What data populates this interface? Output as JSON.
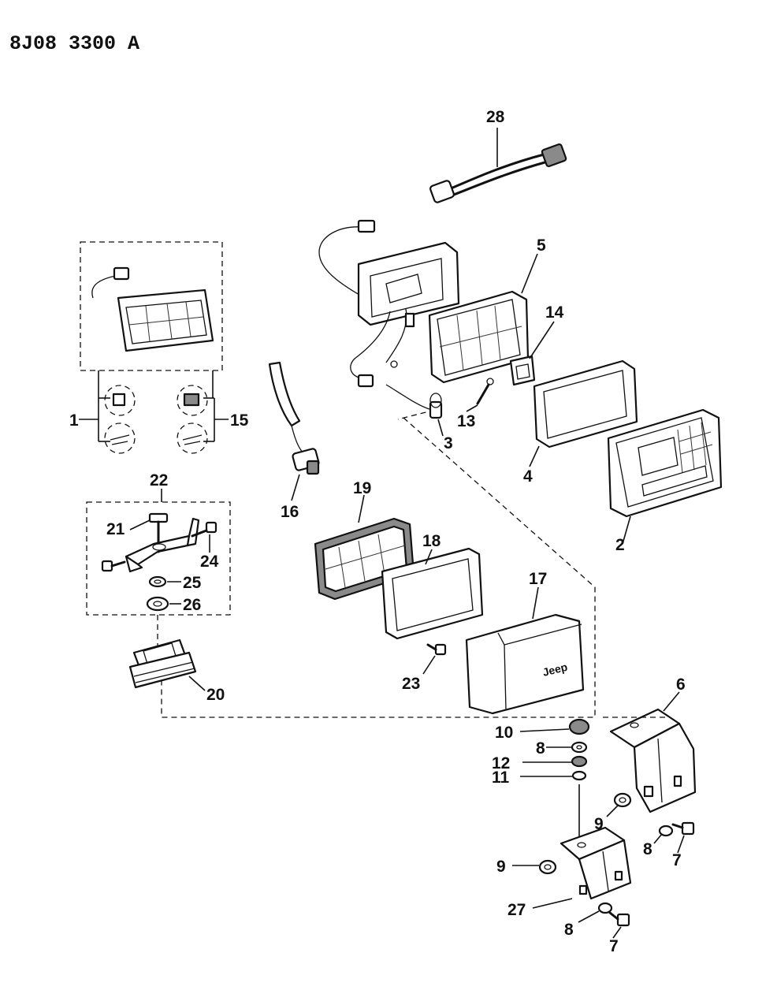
{
  "document_id": "8J08 3300 A",
  "callouts": {
    "c1": "1",
    "c2": "2",
    "c3": "3",
    "c4": "4",
    "c5": "5",
    "c6": "6",
    "c7a": "7",
    "c7b": "7",
    "c8a": "8",
    "c8b": "8",
    "c8c": "8",
    "c9a": "9",
    "c9b": "9",
    "c10": "10",
    "c11": "11",
    "c12": "12",
    "c13": "13",
    "c14": "14",
    "c15": "15",
    "c16": "16",
    "c17": "17",
    "c18": "18",
    "c19": "19",
    "c20": "20",
    "c21": "21",
    "c22": "22",
    "c23": "23",
    "c24": "24",
    "c25": "25",
    "c26": "26",
    "c27": "27",
    "c28": "28"
  },
  "cover_logo": "Jeep"
}
